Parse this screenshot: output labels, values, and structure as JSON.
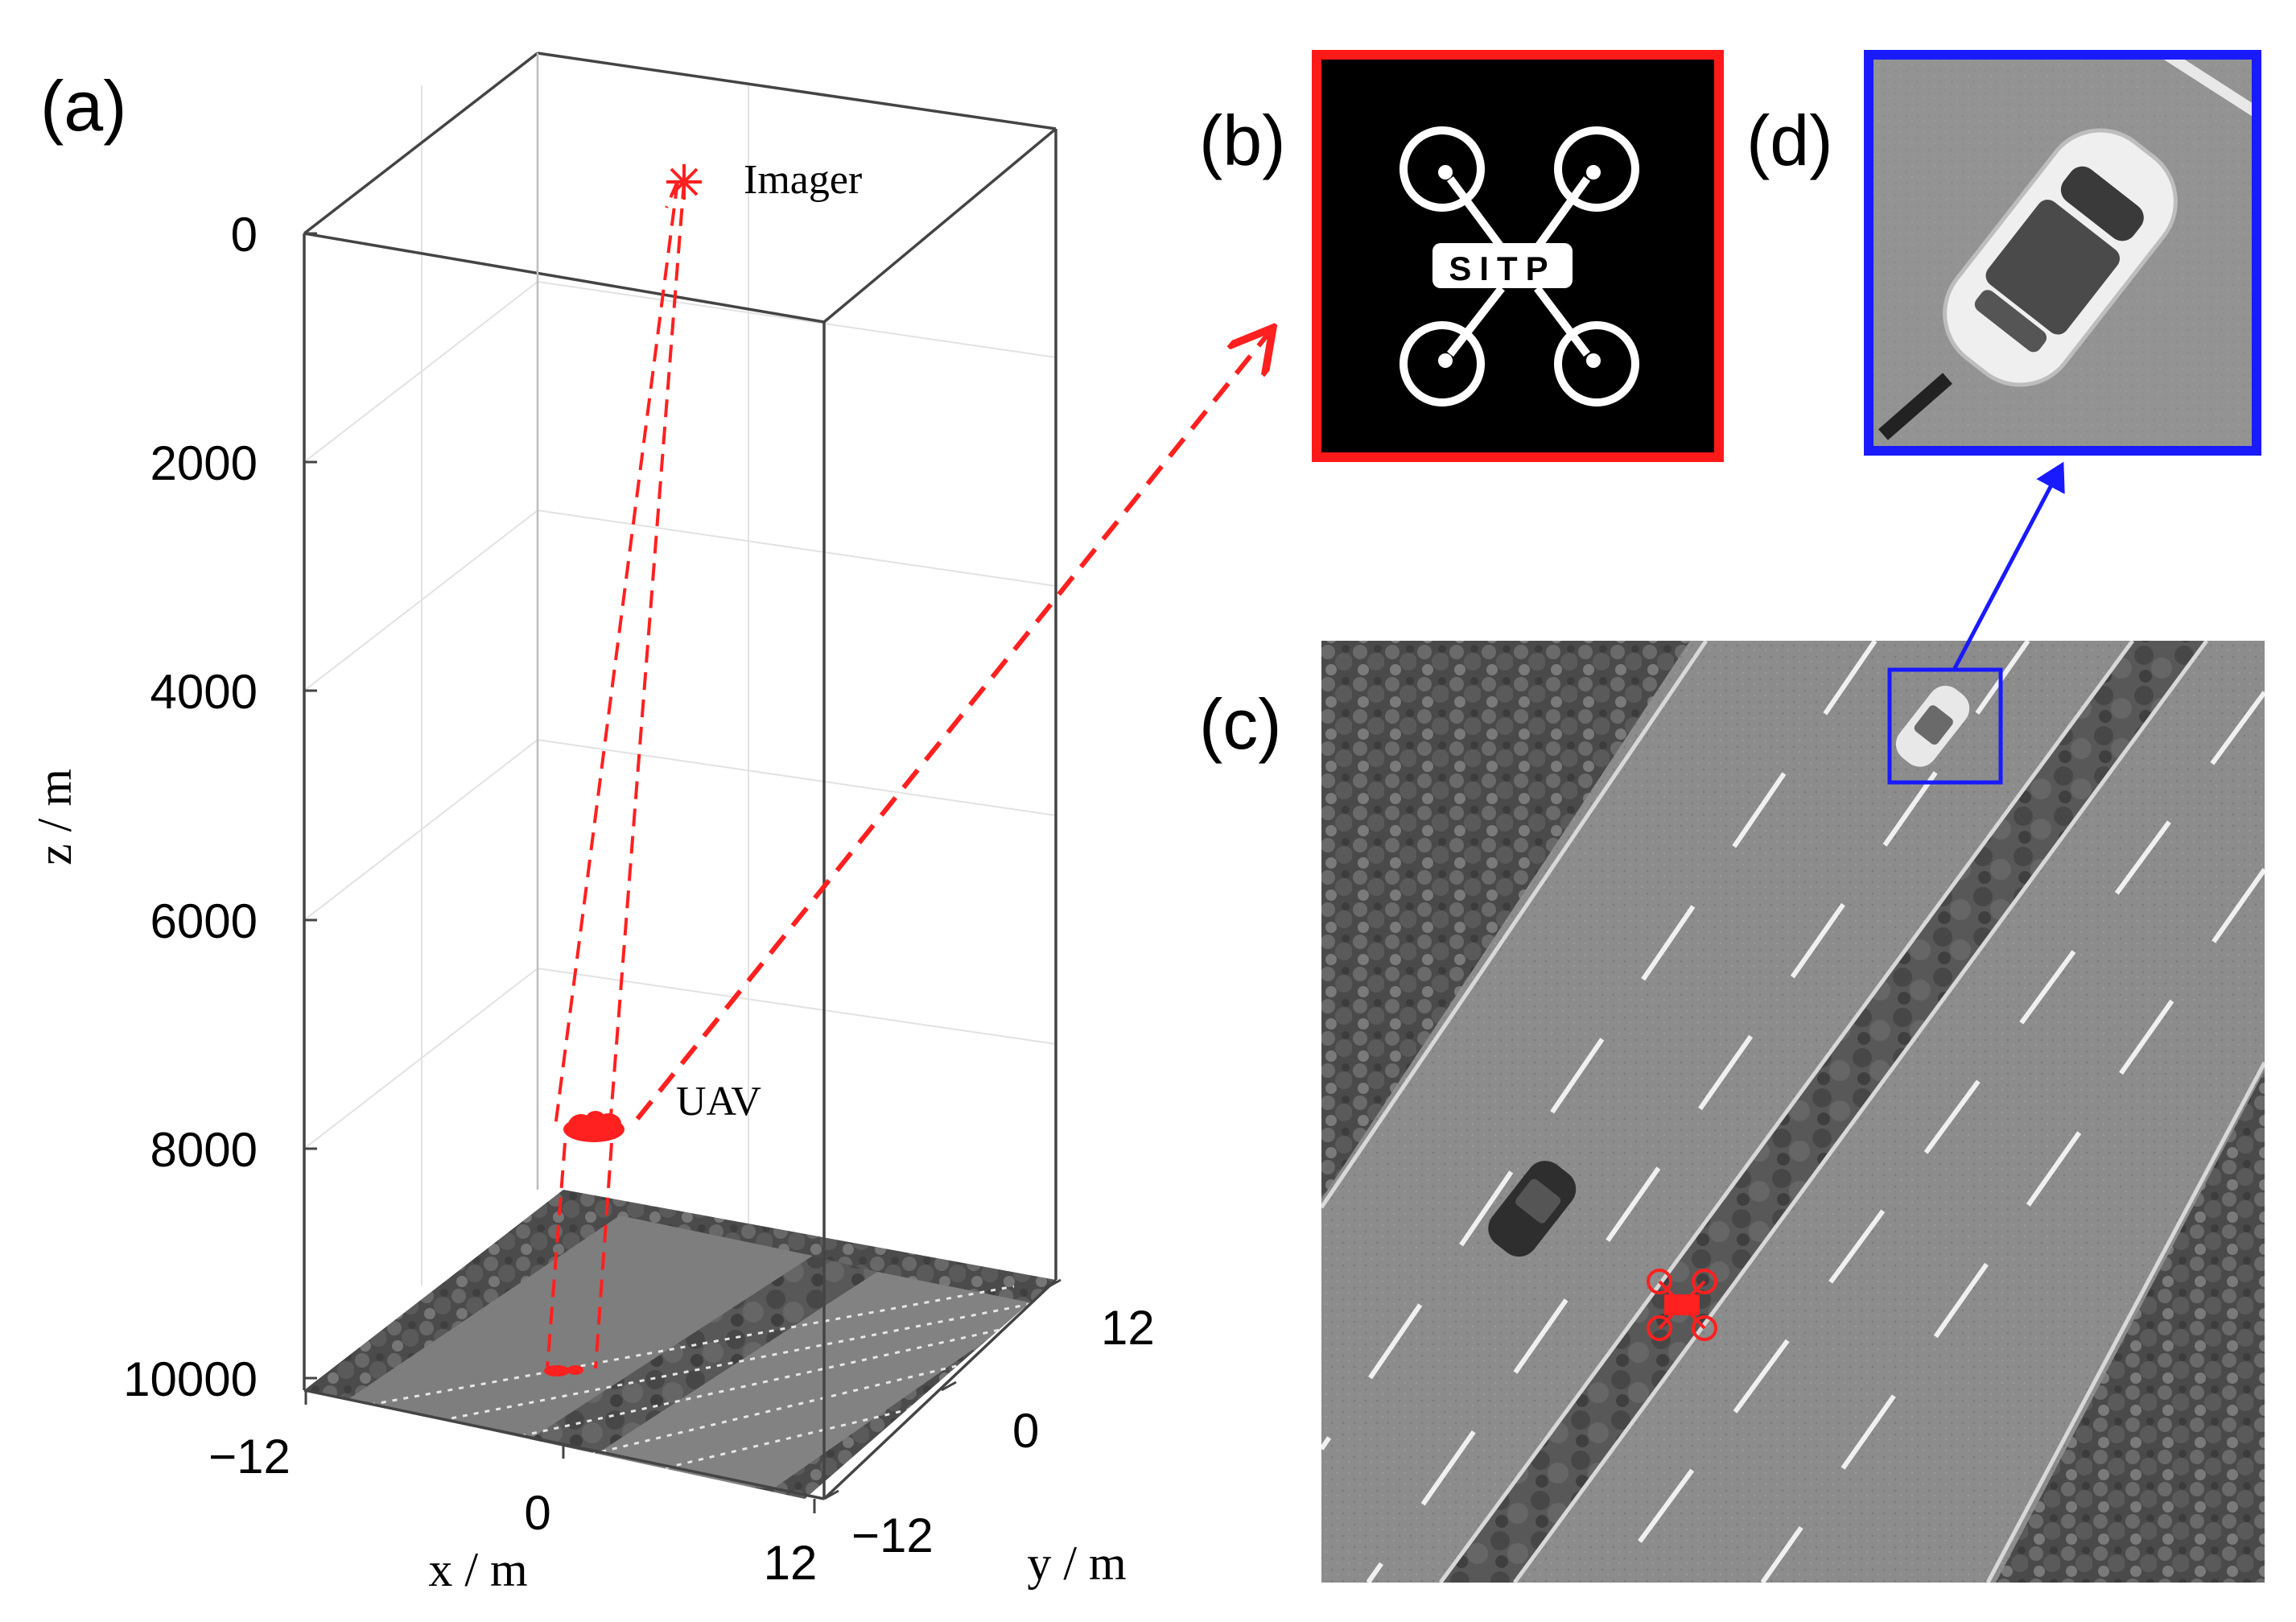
{
  "panel_labels": {
    "a": "(a)",
    "b": "(b)",
    "c": "(c)",
    "d": "(d)"
  },
  "annotations": {
    "imager": "Imager",
    "uav": "UAV",
    "logo_text": "SITP"
  },
  "axes": {
    "z_label": "z / m",
    "x_label": "x / m",
    "y_label": "y / m",
    "z_ticks": [
      "0",
      "2000",
      "4000",
      "6000",
      "8000",
      "10000"
    ],
    "x_ticks": [
      "−12",
      "0",
      "12"
    ],
    "y_ticks": [
      "−12",
      "0",
      "12"
    ]
  },
  "colors": {
    "ray": "#ff2020",
    "panel_b_frame": "#ff1a1a",
    "panel_d_frame": "#1a1aff",
    "box_lines": "#444444"
  }
}
